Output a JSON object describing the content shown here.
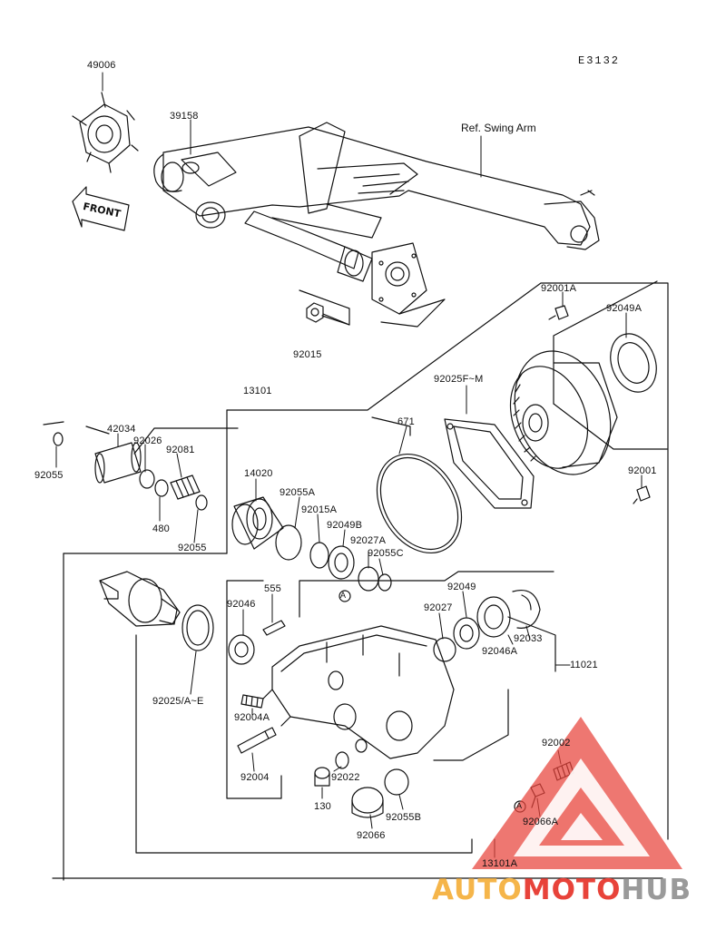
{
  "diagram": {
    "code": "E3132",
    "ref_label": "Ref. Swing Arm",
    "front_label": "FRONT",
    "callout_marker": "A",
    "parts": [
      {
        "id": "49006"
      },
      {
        "id": "39158"
      },
      {
        "id": "92015"
      },
      {
        "id": "13101"
      },
      {
        "id": "92001A"
      },
      {
        "id": "92049A"
      },
      {
        "id": "92025F~M"
      },
      {
        "id": "671"
      },
      {
        "id": "42034"
      },
      {
        "id": "92026"
      },
      {
        "id": "92081"
      },
      {
        "id": "92055"
      },
      {
        "id": "480"
      },
      {
        "id": "92055"
      },
      {
        "id": "14020"
      },
      {
        "id": "92055A"
      },
      {
        "id": "92015A"
      },
      {
        "id": "92049B"
      },
      {
        "id": "92027A"
      },
      {
        "id": "92055C"
      },
      {
        "id": "92001"
      },
      {
        "id": "555"
      },
      {
        "id": "92046"
      },
      {
        "id": "92049"
      },
      {
        "id": "92027"
      },
      {
        "id": "92046A"
      },
      {
        "id": "92033"
      },
      {
        "id": "11021"
      },
      {
        "id": "92025/A~E"
      },
      {
        "id": "92004A"
      },
      {
        "id": "92004"
      },
      {
        "id": "92022"
      },
      {
        "id": "130"
      },
      {
        "id": "92055B"
      },
      {
        "id": "92066"
      },
      {
        "id": "92002"
      },
      {
        "id": "92066A"
      },
      {
        "id": "13101A"
      }
    ]
  },
  "watermark": {
    "word_a": "AUTO",
    "word_b": "MOTO",
    "word_c": "HUB",
    "color_a": "#f5b54a",
    "color_b": "#e8433a",
    "color_c": "#9a9a9a",
    "triangle_color": "#e8433a"
  }
}
